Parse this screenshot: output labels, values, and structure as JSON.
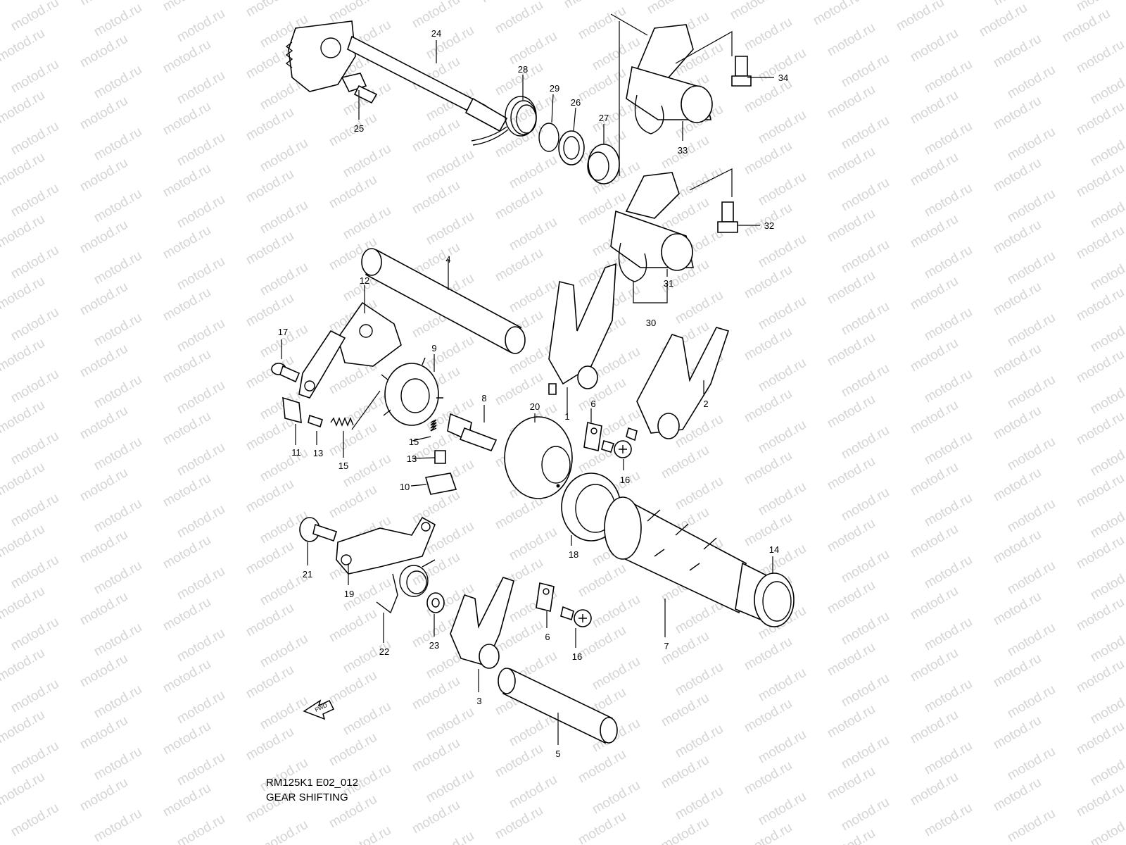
{
  "watermark": "motod.ru",
  "caption": {
    "model_code": "RM125K1 E02_012",
    "title": "GEAR SHIFTING"
  },
  "fwd_label": "FWD",
  "part_labels": [
    "24",
    "28",
    "29",
    "26",
    "27",
    "25",
    "34",
    "33",
    "32",
    "31",
    "30",
    "4",
    "12",
    "17",
    "9",
    "1",
    "2",
    "8",
    "20",
    "6",
    "11",
    "13",
    "15",
    "15",
    "13",
    "10",
    "16",
    "18",
    "14",
    "21",
    "19",
    "22",
    "23",
    "3",
    "6",
    "16",
    "7",
    "5"
  ]
}
